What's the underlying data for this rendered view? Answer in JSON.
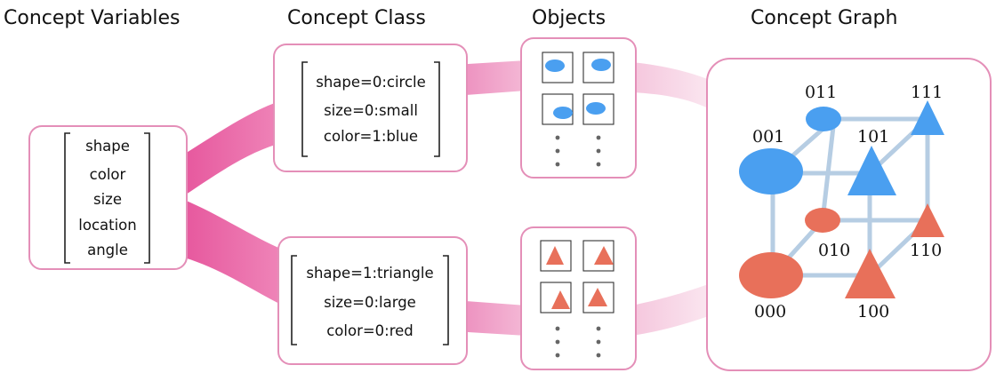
{
  "headers": {
    "variables": "Concept Variables",
    "class": "Concept Class",
    "objects": "Objects",
    "graph": "Concept Graph"
  },
  "variables": [
    "shape",
    "color",
    "size",
    "location",
    "angle"
  ],
  "concept_class_top": [
    "shape=0:circle",
    "size=0:small",
    "color=1:blue"
  ],
  "concept_class_bottom": [
    "shape=1:triangle",
    "size=0:large",
    "color=0:red"
  ],
  "objects": {
    "top": {
      "shape": "circle",
      "color": "blue"
    },
    "bottom": {
      "shape": "triangle",
      "color": "red"
    },
    "ellipsis": "⋮"
  },
  "graph_nodes": {
    "n000": "000",
    "n001": "001",
    "n010": "010",
    "n011": "011",
    "n100": "100",
    "n101": "101",
    "n110": "110",
    "n111": "111"
  },
  "colors": {
    "blue": "#4a9ff0",
    "red": "#e8705a",
    "pink_border": "#e48fb8",
    "pink_band": "#ea5fa4",
    "edge": "#b6cde3"
  }
}
